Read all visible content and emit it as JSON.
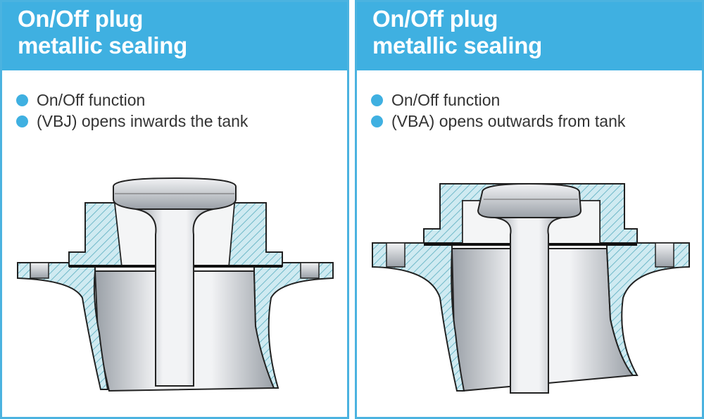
{
  "colors": {
    "header_bg": "#3fb0e1",
    "border": "#4bb3e0",
    "bullet_dot": "#3fb0e1",
    "hatch_fill": "#cfeaf1",
    "hatch_line": "#6fb9c9",
    "steel_light": "#f2f3f5",
    "steel_dark": "#9aa0a7"
  },
  "panels": [
    {
      "title_line1": "On/Off plug",
      "title_line2": "metallic sealing",
      "bullets": [
        "On/Off function",
        "(VBJ) opens inwards the tank"
      ],
      "icon": "plug-valve-vbj-cross-section"
    },
    {
      "title_line1": "On/Off plug",
      "title_line2": "metallic sealing",
      "bullets": [
        "On/Off function",
        "(VBA) opens outwards from tank"
      ],
      "icon": "plug-valve-vba-cross-section"
    }
  ]
}
